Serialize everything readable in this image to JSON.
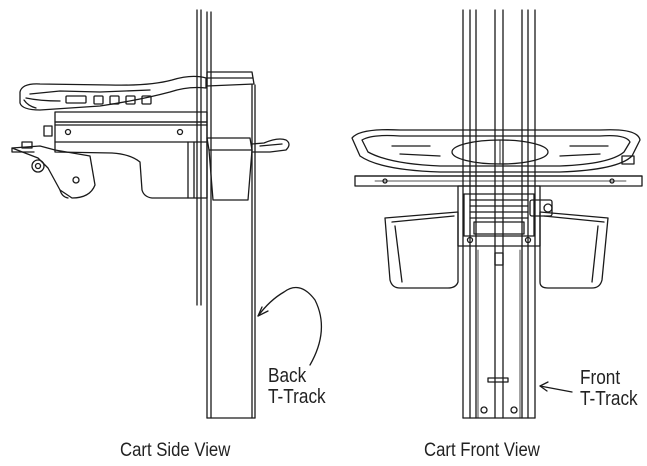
{
  "labels": {
    "back_track_line1": "Back",
    "back_track_line2": "T-Track",
    "front_track_line1": "Front",
    "front_track_line2": "T-Track"
  },
  "captions": {
    "side_view": "Cart Side View",
    "front_view": "Cart Front View"
  },
  "colors": {
    "line": "#1a1a1a",
    "background": "#ffffff"
  }
}
